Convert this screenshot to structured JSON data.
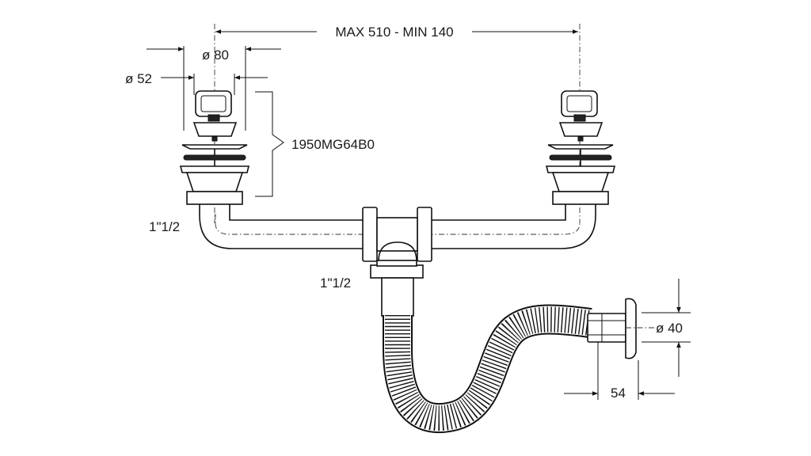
{
  "dimensions": {
    "span": "MAX 510 - MIN 140",
    "dia_outer": "ø 80",
    "dia_inner": "ø 52",
    "part_code": "1950MG64B0",
    "thread_left": "1\"1/2",
    "thread_center": "1\"1/2",
    "outlet_dia": "ø 40",
    "outlet_len": "54"
  }
}
